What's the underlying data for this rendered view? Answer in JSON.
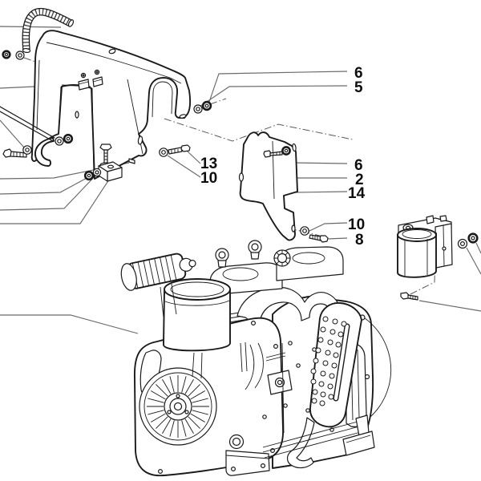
{
  "diagram": {
    "background_color": "#ffffff",
    "line_color": "#1a1a1a",
    "leader_color": "#6a6a6a",
    "callouts": [
      {
        "id": "6-top",
        "label": "6"
      },
      {
        "id": "5",
        "label": "5"
      },
      {
        "id": "6-mid",
        "label": "6"
      },
      {
        "id": "2",
        "label": "2"
      },
      {
        "id": "14",
        "label": "14"
      },
      {
        "id": "10-right",
        "label": "10"
      },
      {
        "id": "8",
        "label": "8"
      },
      {
        "id": "13",
        "label": "13"
      },
      {
        "id": "10-left",
        "label": "10"
      }
    ],
    "parts": [
      {
        "name": "rubber-edge-trim"
      },
      {
        "name": "belt-guard-shield"
      },
      {
        "name": "clip-brackets"
      },
      {
        "name": "angle-mounting-bracket"
      },
      {
        "name": "side-cover-plate"
      },
      {
        "name": "diesel-engine"
      },
      {
        "name": "breather-canister-with-bracket"
      },
      {
        "name": "bolts-nuts-washers"
      }
    ]
  }
}
